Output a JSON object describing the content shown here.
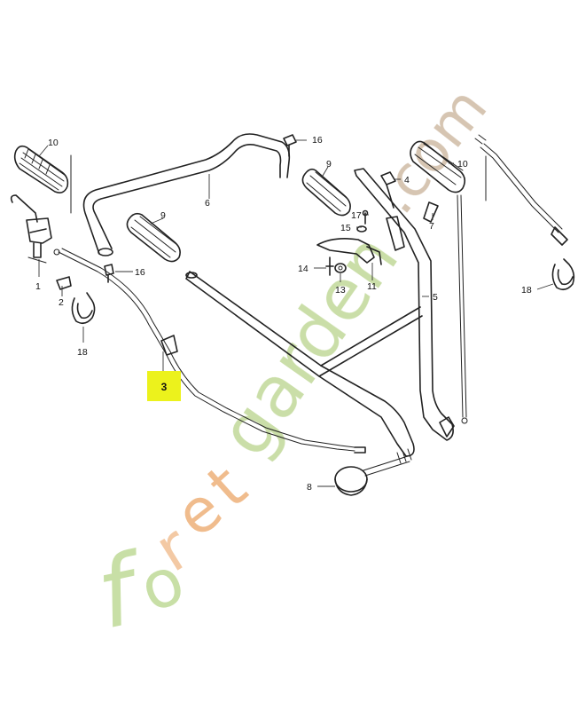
{
  "watermark": {
    "text": "foretgarden.com",
    "colors": {
      "f": "#c6dea2",
      "o": "#c6dea2",
      "r": "#f3c7a0",
      "e": "#f0b987",
      "t": "#f0b987",
      "garden": "#c8dda4",
      "com": "#d4c2ae"
    }
  },
  "highlight": {
    "label": "3",
    "color": "#ecf21c"
  },
  "callouts": [
    {
      "id": "l10a",
      "text": "10"
    },
    {
      "id": "l1",
      "text": "1"
    },
    {
      "id": "l2",
      "text": "2"
    },
    {
      "id": "l18a",
      "text": "18"
    },
    {
      "id": "l6",
      "text": "6"
    },
    {
      "id": "l9a",
      "text": "9"
    },
    {
      "id": "l16a",
      "text": "16"
    },
    {
      "id": "l16b",
      "text": "16"
    },
    {
      "id": "l9b",
      "text": "9"
    },
    {
      "id": "l4",
      "text": "4"
    },
    {
      "id": "l17",
      "text": "17"
    },
    {
      "id": "l15",
      "text": "15"
    },
    {
      "id": "l14",
      "text": "14"
    },
    {
      "id": "l13",
      "text": "13"
    },
    {
      "id": "l11",
      "text": "11"
    },
    {
      "id": "l7",
      "text": "7"
    },
    {
      "id": "l5",
      "text": "5"
    },
    {
      "id": "l10b",
      "text": "10"
    },
    {
      "id": "l18b",
      "text": "18"
    },
    {
      "id": "l8",
      "text": "8"
    }
  ]
}
